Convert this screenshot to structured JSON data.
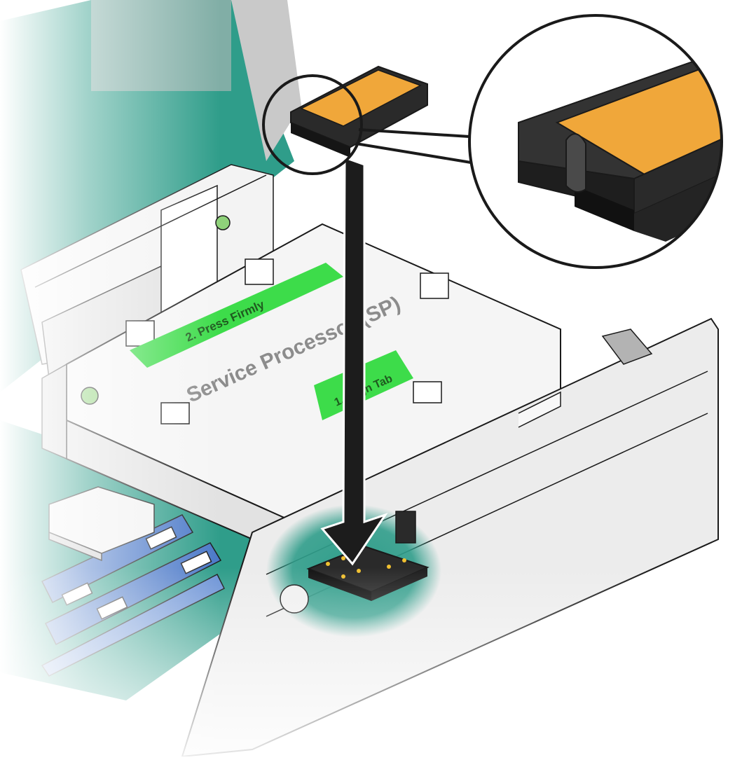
{
  "labels": {
    "cover_name": "Service Processor (SP)",
    "green_strip": "2. Press Firmly",
    "green_tab": "1. Align Tab"
  },
  "colors": {
    "board": "#2f9d8a",
    "board_light": "#5fb6a6",
    "dimm": "#4a78c8",
    "tab_orange": "#f0a73a",
    "connector": "#2a2a2a",
    "arrow": "#1c1c1c",
    "label_green": "#3ddc4a",
    "label_green_light": "#8cf06a",
    "chassis": "#ececec",
    "outline": "#1a1a1a"
  },
  "icons": {
    "insertion_arrow": "down-arrow-icon",
    "zoom_callout": "magnifier-callout"
  }
}
